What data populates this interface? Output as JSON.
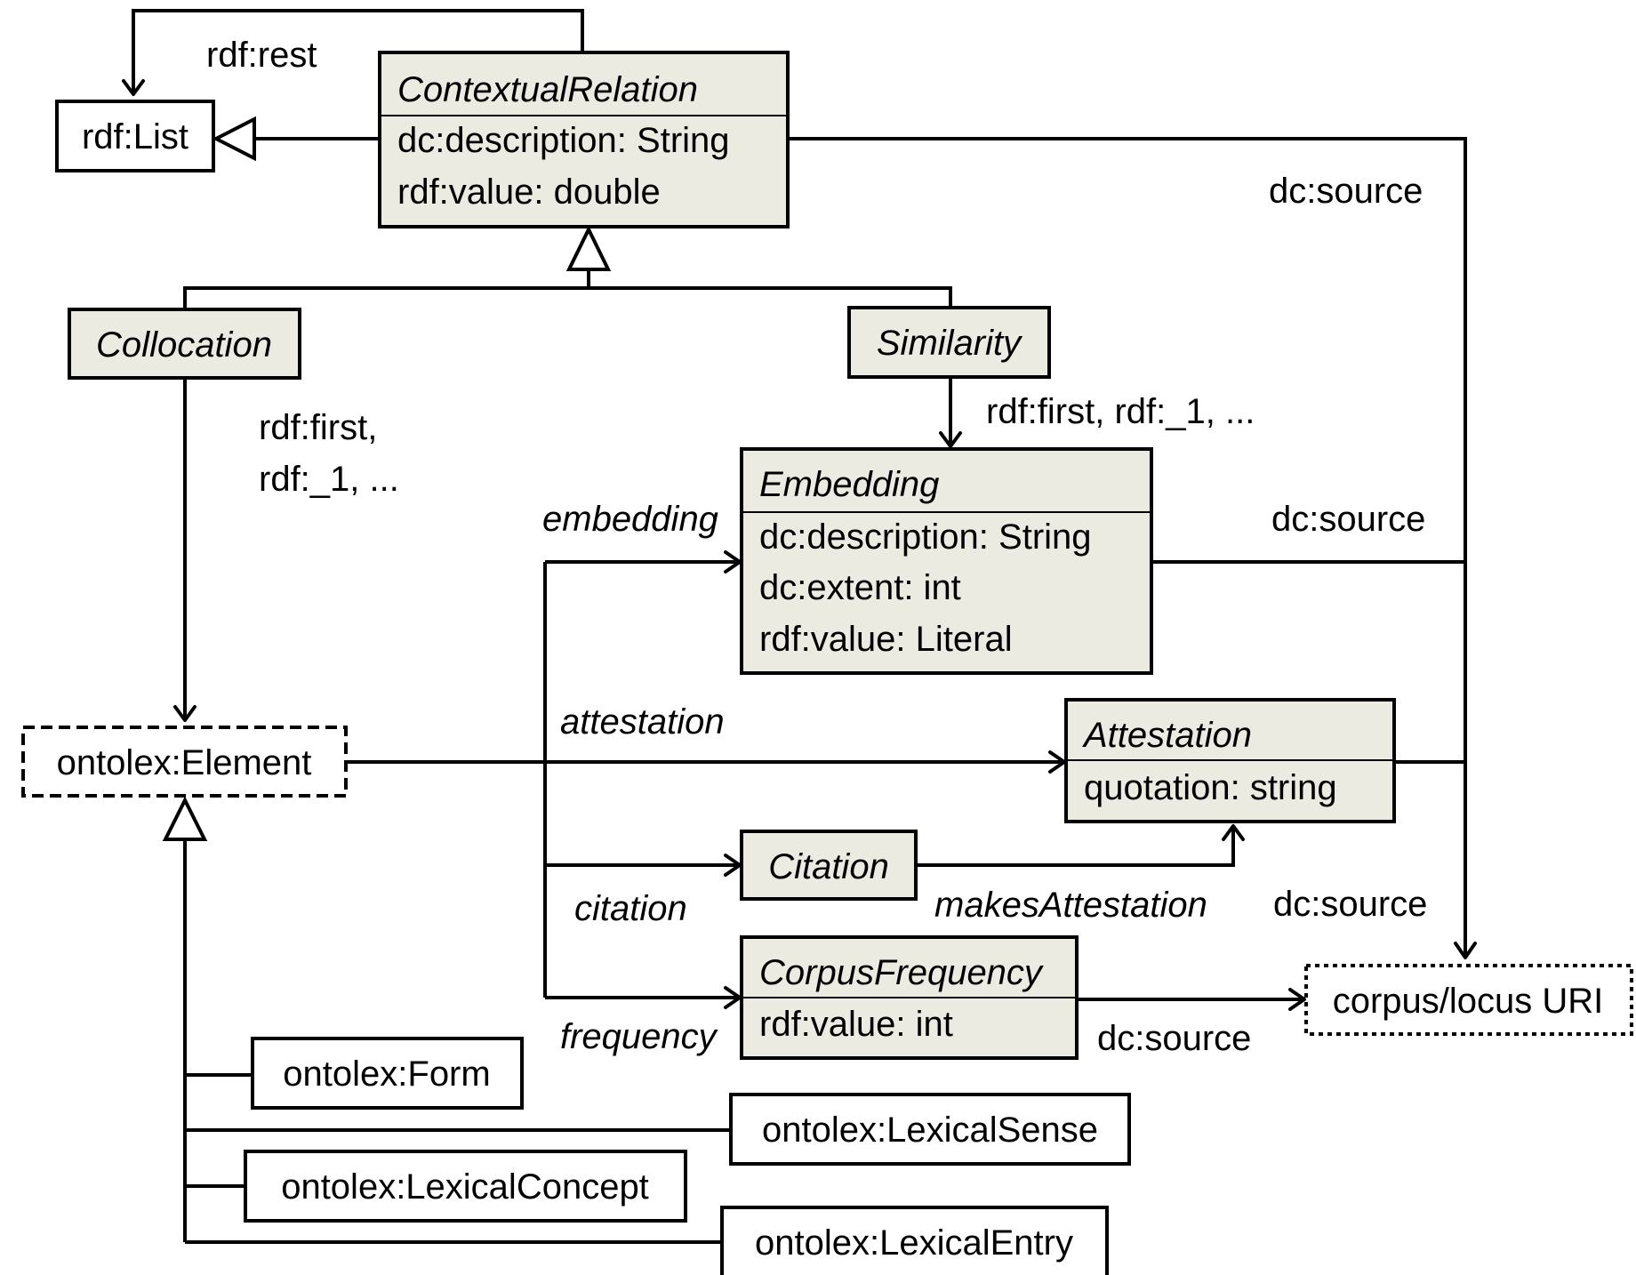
{
  "classes": {
    "rdf_list": {
      "name": "rdf:List"
    },
    "contextual_relation": {
      "name": "ContextualRelation",
      "attributes": [
        "dc:description: String",
        "rdf:value: double"
      ]
    },
    "collocation": {
      "name": "Collocation"
    },
    "similarity": {
      "name": "Similarity"
    },
    "embedding": {
      "name": "Embedding",
      "attributes": [
        "dc:description: String",
        "dc:extent: int",
        "rdf:value: Literal"
      ]
    },
    "element": {
      "name": "ontolex:Element"
    },
    "attestation": {
      "name": "Attestation",
      "attributes": [
        "quotation: string"
      ]
    },
    "citation": {
      "name": "Citation"
    },
    "corpus_frequency": {
      "name": "CorpusFrequency",
      "attributes": [
        "rdf:value: int"
      ]
    },
    "corpus_uri": {
      "name": "corpus/locus URI"
    },
    "form": {
      "name": "ontolex:Form"
    },
    "lexical_sense": {
      "name": "ontolex:LexicalSense"
    },
    "lexical_concept": {
      "name": "ontolex:LexicalConcept"
    },
    "lexical_entry": {
      "name": "ontolex:LexicalEntry"
    }
  },
  "edge_labels": {
    "rdf_rest": "rdf:rest",
    "dc_source_top": "dc:source",
    "collocation_members_1": "rdf:first,",
    "collocation_members_2": "rdf:_1, ...",
    "similarity_members": "rdf:first, rdf:_1, ...",
    "embedding": "embedding",
    "dc_source_embedding": "dc:source",
    "attestation": "attestation",
    "citation": "citation",
    "makes_attestation": "makesAttestation",
    "dc_source_attestation": "dc:source",
    "frequency": "frequency",
    "dc_source_frequency": "dc:source"
  }
}
